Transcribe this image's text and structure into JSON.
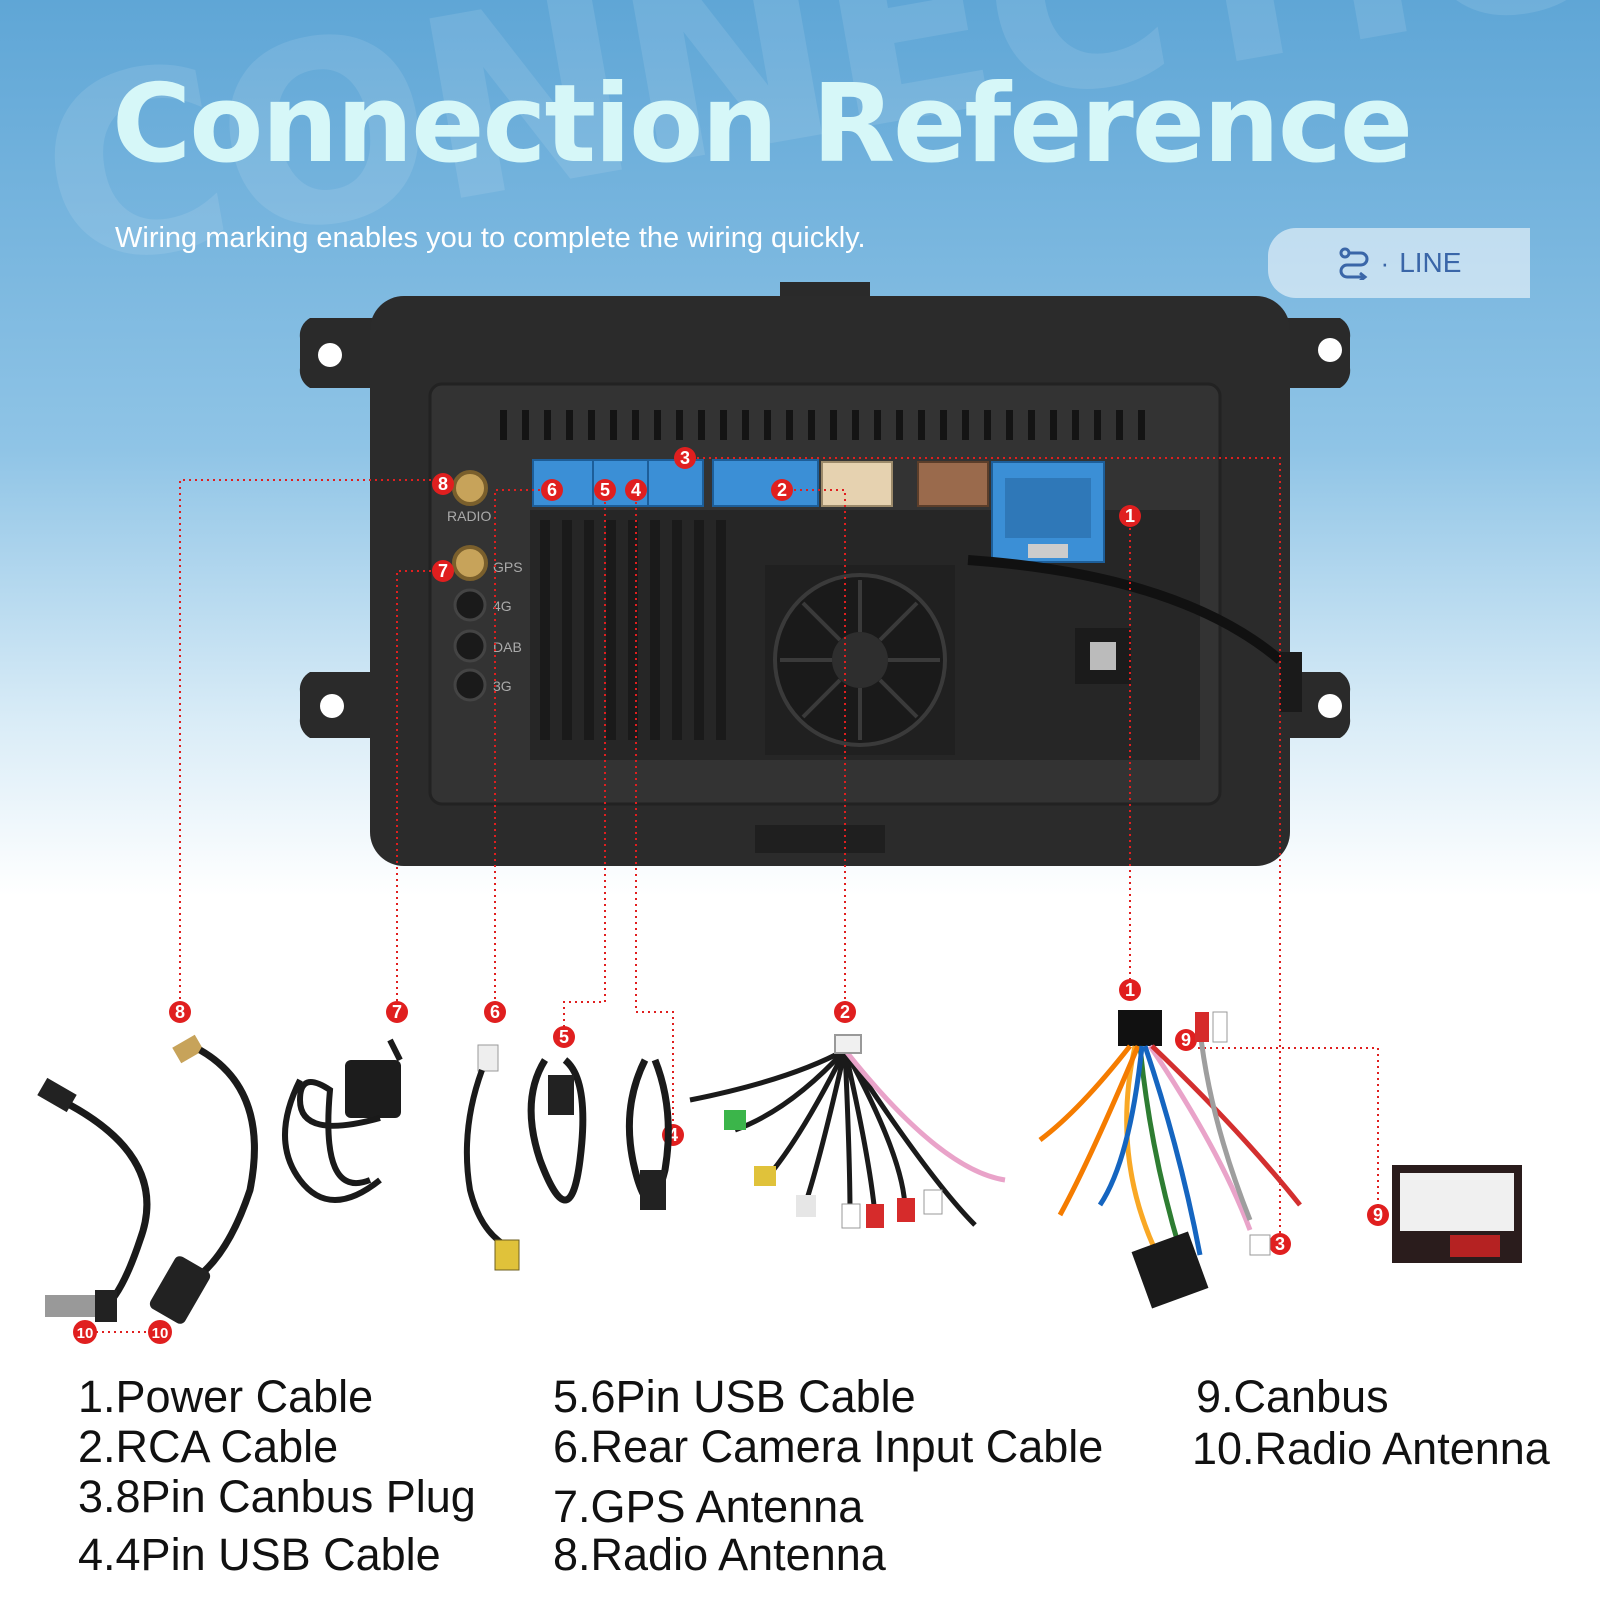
{
  "header": {
    "title": "Connection Reference",
    "subtitle": "Wiring marking enables you to complete the wiring quickly.",
    "badge_label": "LINE",
    "badge_dot": "·",
    "badge_icon": "route-icon"
  },
  "watermark": "CONNECTION RE",
  "colors": {
    "marker_red": "#e01f1f",
    "title_cyan": "#d6f7f8",
    "connector_blue": "#3b8fd6",
    "connector_beige": "#e6d2b0",
    "connector_brown": "#9a6a4c"
  },
  "ports": {
    "radio": "RADIO",
    "gps": "GPS",
    "4g": "4G",
    "dab": "DAB",
    "3g": "3G"
  },
  "markers": {
    "m1": "1",
    "m2": "2",
    "m3": "3",
    "m4": "4",
    "m5": "5",
    "m6": "6",
    "m7": "7",
    "m8": "8",
    "m9": "9",
    "m10": "10"
  },
  "legend": [
    "1.Power Cable",
    "2.RCA Cable",
    "3.8Pin Canbus Plug",
    "4.4Pin USB Cable",
    "5.6Pin USB Cable",
    "6.Rear Camera Input Cable",
    "7.GPS Antenna",
    "8.Radio Antenna",
    "9.Canbus",
    "10.Radio Antenna"
  ]
}
